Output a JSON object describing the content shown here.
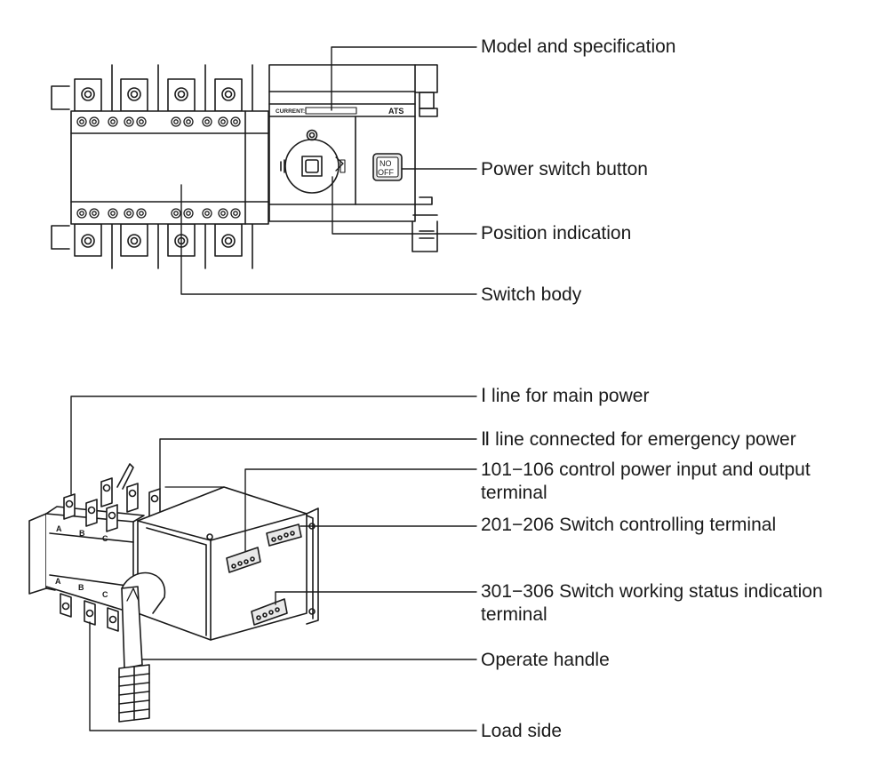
{
  "top_view": {
    "panel_current_label": "CURRENT:",
    "panel_brand": "ATS",
    "button_text_on": "NO",
    "button_text_off": "OFF",
    "labels": {
      "model": "Model and specification",
      "power_button": "Power switch button",
      "position": "Position indication",
      "body": "Switch body"
    }
  },
  "iso_view": {
    "phase_letters_top": [
      "A",
      "B",
      "C"
    ],
    "phase_letters_bottom": [
      "A",
      "B",
      "C"
    ],
    "labels": {
      "line1": "Ⅰ line for main power",
      "line2": "Ⅱ line connected for emergency power",
      "t101": "101−106 control power input and output terminal",
      "t201": "201−206 Switch controlling terminal",
      "t301": "301−306 Switch working status indication terminal",
      "handle": "Operate handle",
      "load": "Load side"
    }
  },
  "colors": {
    "line": "#1a1a1a",
    "fill": "#ffffff",
    "shade": "#e8e8e8"
  }
}
